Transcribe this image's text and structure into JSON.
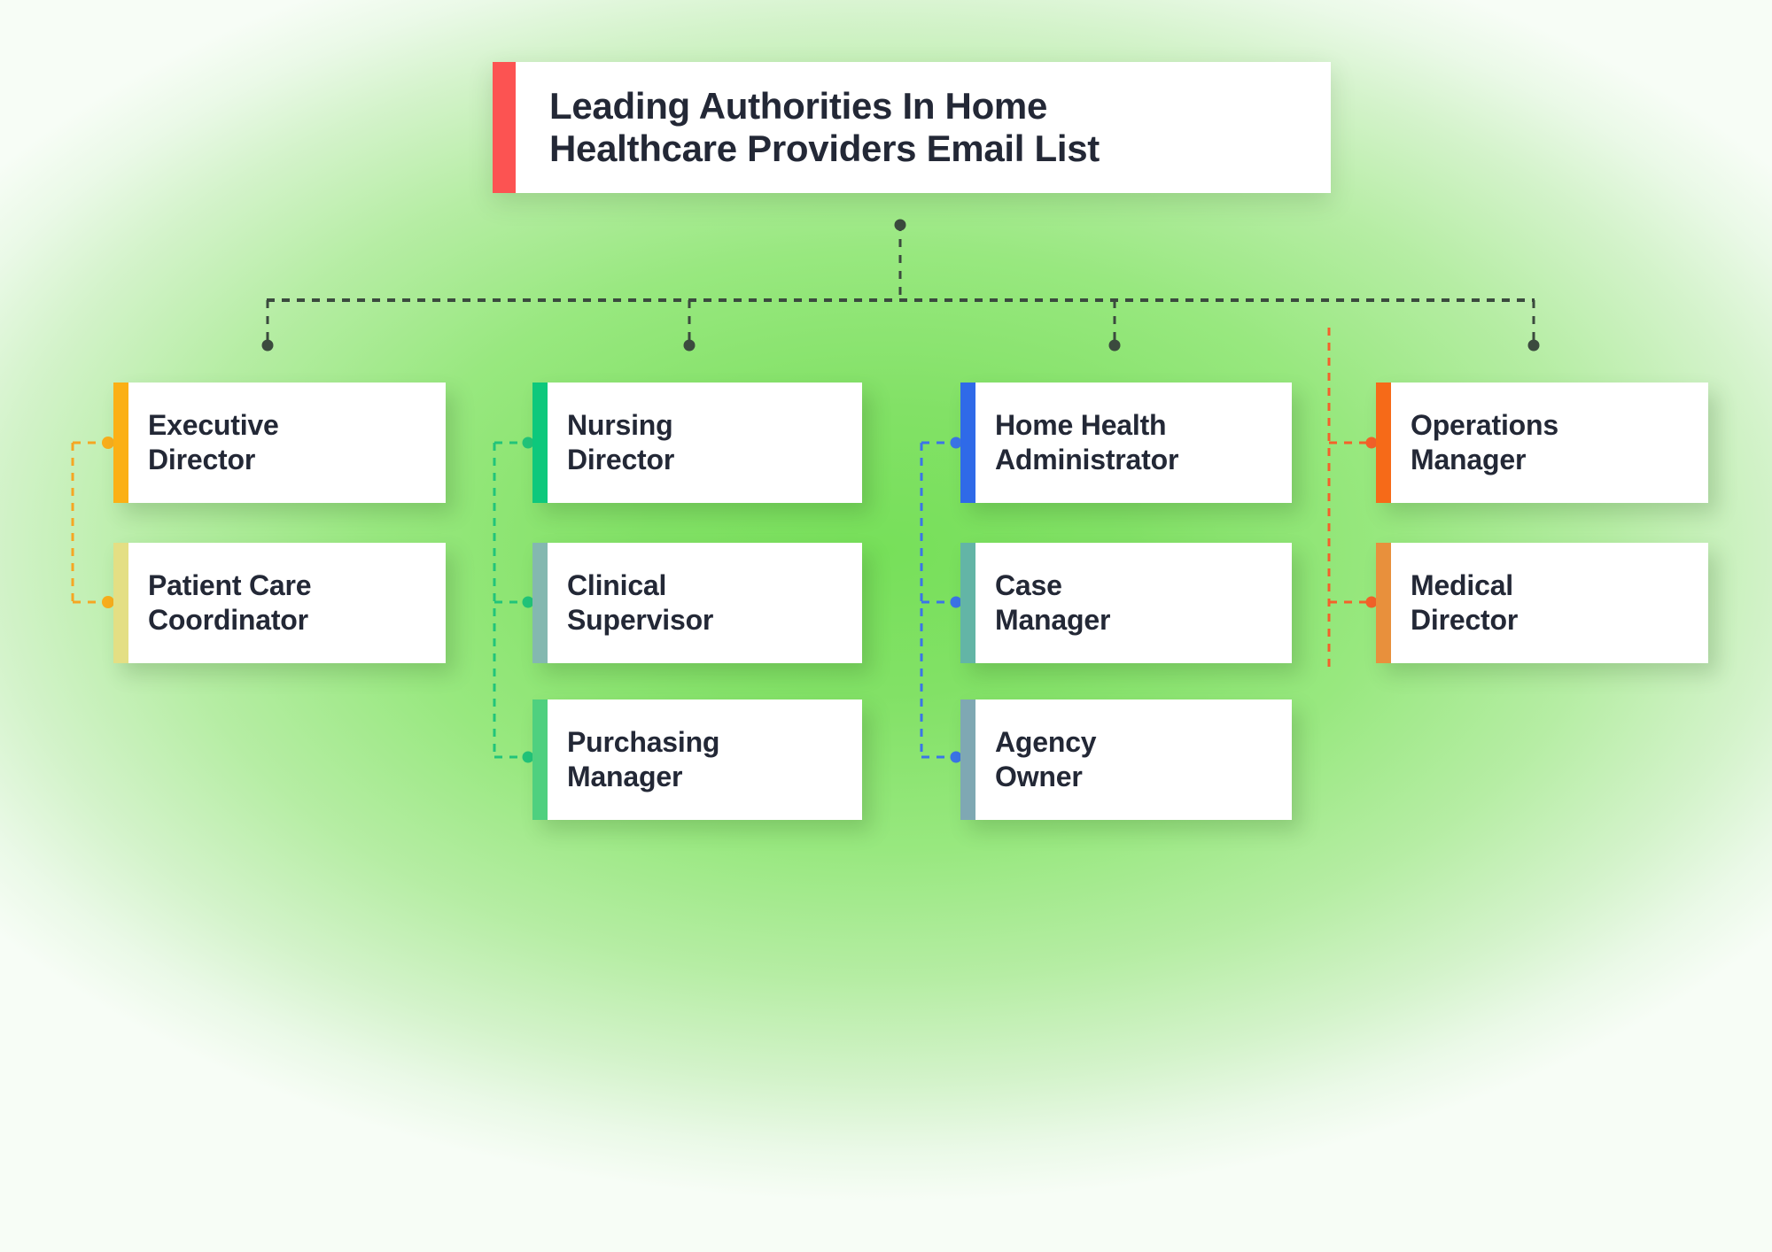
{
  "background": {
    "center_color": "#77e05a",
    "edge_color": "#f7fdf6"
  },
  "title_card": {
    "text": "Leading Authorities In Home\nHealthcare Providers Email List",
    "accent_color": "#fc5352"
  },
  "connectors": {
    "trunk_color": "#3b4a3e",
    "branch_colors": {
      "column_1": "#f5a623",
      "column_2": "#21c47a",
      "column_3": "#3b74e8",
      "column_4": "#f4612a"
    }
  },
  "columns": [
    {
      "id": "column-1",
      "bracket_color": "#f5a623",
      "nodes": [
        {
          "id": "executive-director",
          "label": "Executive\nDirector",
          "accent_color": "#fbb015"
        },
        {
          "id": "patient-care-coordinator",
          "label": "Patient Care\nCoordinator",
          "accent_color": "#e4df84"
        }
      ]
    },
    {
      "id": "column-2",
      "bracket_color": "#21c47a",
      "nodes": [
        {
          "id": "nursing-director",
          "label": "Nursing\nDirector",
          "accent_color": "#0ec87c"
        },
        {
          "id": "clinical-supervisor",
          "label": "Clinical\nSupervisor",
          "accent_color": "#84b8b0"
        },
        {
          "id": "purchasing-manager",
          "label": "Purchasing\nManager",
          "accent_color": "#4fd07f"
        }
      ]
    },
    {
      "id": "column-3",
      "bracket_color": "#3b74e8",
      "nodes": [
        {
          "id": "home-health-administrator",
          "label": "Home Health\nAdministrator",
          "accent_color": "#2f6ae8"
        },
        {
          "id": "case-manager",
          "label": "Case\nManager",
          "accent_color": "#63b5a6"
        },
        {
          "id": "agency-owner",
          "label": "Agency\nOwner",
          "accent_color": "#7fa8b3"
        }
      ]
    },
    {
      "id": "column-4",
      "bracket_color": "#f4612a",
      "nodes": [
        {
          "id": "operations-manager",
          "label": "Operations\nManager",
          "accent_color": "#f66a18"
        },
        {
          "id": "medical-director",
          "label": "Medical\nDirector",
          "accent_color": "#e8903c"
        }
      ]
    }
  ]
}
